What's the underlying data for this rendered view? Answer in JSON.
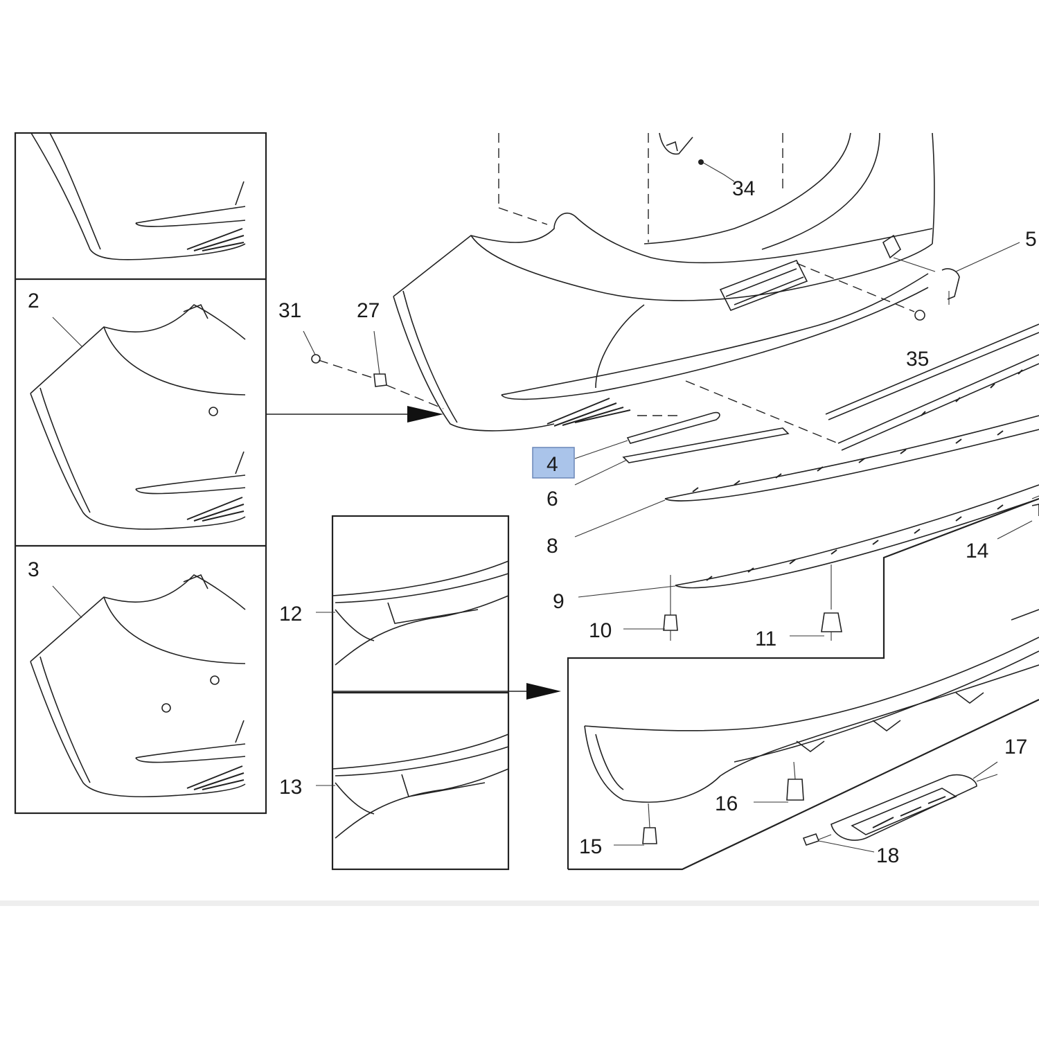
{
  "diagram": {
    "highlight_color": "#aac4ea",
    "parts": {
      "p2": "2",
      "p3": "3",
      "p4": "4",
      "p5": "5",
      "p6": "6",
      "p8": "8",
      "p9": "9",
      "p10": "10",
      "p11": "11",
      "p12": "12",
      "p13": "13",
      "p14": "14",
      "p15": "15",
      "p16": "16",
      "p17": "17",
      "p18": "18",
      "p27": "27",
      "p31": "31",
      "p34": "34",
      "p35": "35"
    },
    "highlighted_part": "4"
  }
}
